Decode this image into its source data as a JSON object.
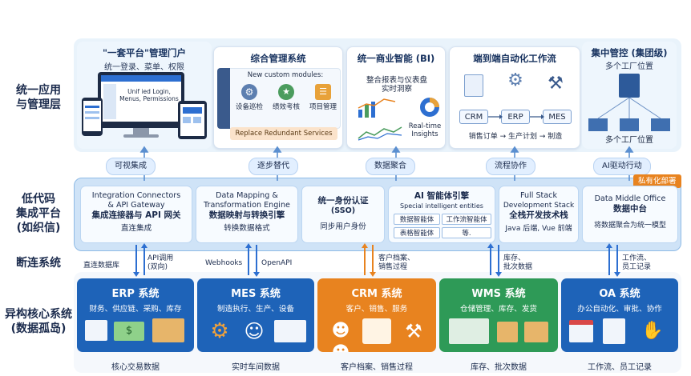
{
  "layers": {
    "top": "统一应用\n与管理层",
    "low_code": "低代码\n集成平台\n(如织信)",
    "disconnected": "断连系统",
    "core": "异构核心系统\n(数据孤岛)"
  },
  "top_cards": {
    "portal": {
      "title": "\"一套平台\"管理门户",
      "subtitle": "统一登录、菜单、权限",
      "screen_text": "Unif ied Login,\nMenus, Permissions"
    },
    "mgmt": {
      "title": "综合管理系统",
      "modules_heading": "New custom modules:",
      "modules": [
        "设备巡检",
        "绩效考核",
        "项目管理"
      ],
      "replace": "Replace Redundant Services"
    },
    "bi": {
      "title": "统一商业智能 (BI)",
      "subtitle": "整合报表与仪表盘\n实时洞察",
      "realtime": "Real-time\nInsights"
    },
    "workflow": {
      "title": "端到端自动化工作流",
      "nodes": [
        "CRM",
        "ERP",
        "MES"
      ],
      "caption": "销售订单 → 生产计划 → 制造"
    },
    "group": {
      "title": "集中管控 (集团级)",
      "subtitle": "多个工厂位置",
      "caption": "多个工厂位置"
    }
  },
  "top_pills": [
    "可视集成",
    "逐步替代",
    "数据聚合",
    "流程协作",
    "AI驱动行动"
  ],
  "privatization_badge": "私有化部署",
  "low_cards": [
    {
      "l1": "Integration Connectors",
      "l2": "& API Gateway",
      "l3": "集成连接器与 API 网关",
      "l4": "直连集成"
    },
    {
      "l1": "Data Mapping &",
      "l2": "Transformation Engine",
      "l3": "数据映射与转换引擎",
      "l4": "转换数据格式"
    },
    {
      "l1": "统一身份认证",
      "l2": "(SSO)",
      "l3": "",
      "l4": "同步用户身份"
    },
    {
      "l1": "AI 智能体引擎",
      "l2": "Special intelligent entities",
      "chips": [
        "数据智能体",
        "工作流智能体",
        "表格智能体",
        "等."
      ]
    },
    {
      "l1": "Full Stack",
      "l2": "Development Stack",
      "l3": "全栈开发技术栈",
      "l4": "Java 后端, Vue 前端"
    },
    {
      "l1": "Data Middle Office",
      "l2": "数据中台",
      "l3": "",
      "l4": "将数据聚合为统一模型"
    }
  ],
  "connector_labels": {
    "erp_a": "直连数据库",
    "erp_b": "API调用\n(双向)",
    "mes_a": "Webhooks",
    "mes_b": "OpenAPI",
    "crm": "客户档案、\n销售过程",
    "wms": "库存、\n批次数据",
    "oa": "工作流、\n员工记录"
  },
  "core_systems": [
    {
      "title": "ERP 系统",
      "subtitle": "财务、供应链、采购、库存",
      "footer": "核心交易数据",
      "color": "#1e63b8"
    },
    {
      "title": "MES 系统",
      "subtitle": "制造执行、生产、设备",
      "footer": "实时车间数据",
      "color": "#1e63b8"
    },
    {
      "title": "CRM 系统",
      "subtitle": "客户、销售、服务",
      "footer": "客户档案、销售过程",
      "color": "#e8831f"
    },
    {
      "title": "WMS 系统",
      "subtitle": "仓储管理、库存、发货",
      "footer": "库存、批次数据",
      "color": "#2e9a57"
    },
    {
      "title": "OA 系统",
      "subtitle": "办公自动化、审批、协作",
      "footer": "工作流、员工记录",
      "color": "#1e63b8"
    }
  ]
}
